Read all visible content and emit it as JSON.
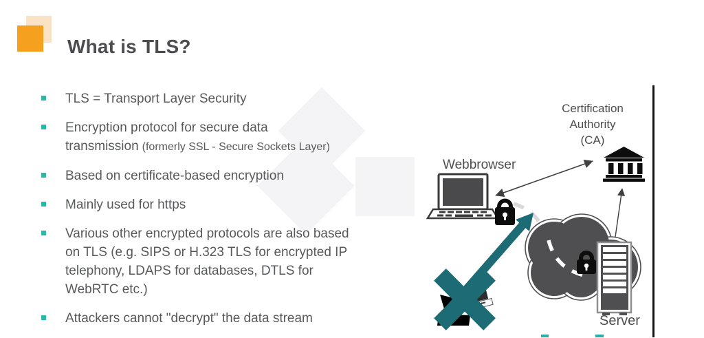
{
  "slide": {
    "title": "What is TLS?",
    "logo": {
      "front_color": "#F5A01F",
      "back_color": "#FAE3C4"
    },
    "text_color": "#58595B",
    "bullet_color": "#2CB5AA",
    "bullets": [
      {
        "text": "TLS = Transport Layer Security",
        "small": ""
      },
      {
        "text": "Encryption protocol for secure data transmission",
        "small": "(formerly SSL - Secure Sockets Layer)"
      },
      {
        "text": "Based on certificate-based encryption",
        "small": ""
      },
      {
        "text": "Mainly used for https",
        "small": ""
      },
      {
        "text": "Various other encrypted protocols are also based on TLS (e.g. SIPS or H.323 TLS for encrypted IP telephony, LDAPS for databases, DTLS for WebRTC etc.)",
        "small": ""
      },
      {
        "text": "Attackers cannot \"decrypt\" the data stream",
        "small": ""
      }
    ]
  },
  "diagram": {
    "labels": {
      "webbrowser": "Webbrowser",
      "ca_line1": "Certification",
      "ca_line2": "Authority",
      "ca_line3": "(CA)",
      "server": "Server"
    },
    "colors": {
      "teal_accent": "#1D6B74",
      "bullet_teal": "#2CB5AA",
      "cloud_gray": "#4F4F51",
      "icon_black": "#0D0D0D",
      "arrow_gray": "#3F3F3F",
      "dash_gray": "#D9D9D9",
      "edge_line_black": "#141414"
    }
  }
}
